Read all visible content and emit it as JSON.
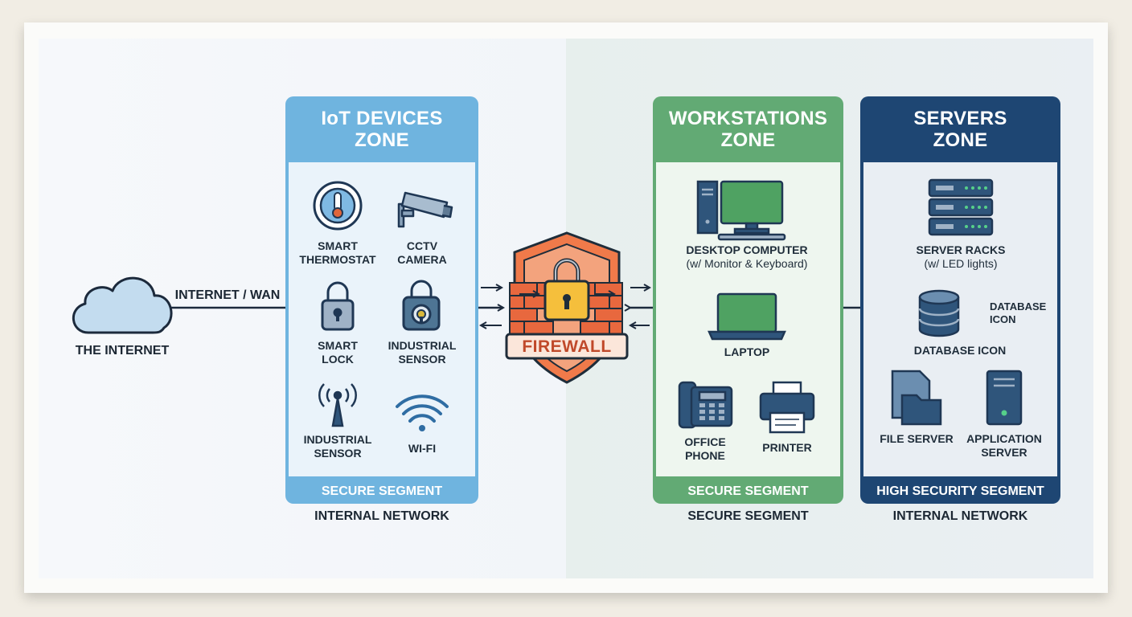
{
  "internet": {
    "label": "THE INTERNET",
    "link_label": "INTERNET / WAN"
  },
  "firewall": {
    "label": "FIREWALL"
  },
  "zones": {
    "iot": {
      "title": [
        "IoT DEVICES",
        "ZONE"
      ],
      "footer": "SECURE SEGMENT",
      "caption": "INTERNAL NETWORK",
      "color": "#6fb4df",
      "devices": [
        {
          "icon": "thermostat-icon",
          "lines": [
            "SMART",
            "THERMOSTAT"
          ]
        },
        {
          "icon": "cctv-camera-icon",
          "lines": [
            "CCTV",
            "CAMERA"
          ]
        },
        {
          "icon": "smart-lock-icon",
          "lines": [
            "SMART",
            "LOCK"
          ]
        },
        {
          "icon": "industrial-sensor-icon",
          "lines": [
            "INDUSTRIAL",
            "SENSOR"
          ]
        },
        {
          "icon": "antenna-icon",
          "lines": [
            "INDUSTRIAL",
            "SENSOR"
          ]
        },
        {
          "icon": "wifi-icon",
          "lines": [
            "WI-FI"
          ]
        }
      ]
    },
    "workstations": {
      "title": [
        "WORKSTATIONS",
        "ZONE"
      ],
      "footer": "SECURE SEGMENT",
      "caption": "SECURE SEGMENT",
      "color": "#62aa74",
      "devices": [
        {
          "icon": "desktop-computer-icon",
          "lines": [
            "DESKTOP COMPUTER",
            "(w/ Monitor & Keyboard)"
          ]
        },
        {
          "icon": "laptop-icon",
          "lines": [
            "LAPTOP"
          ]
        },
        {
          "icon": "office-phone-icon",
          "lines": [
            "OFFICE",
            "PHONE"
          ]
        },
        {
          "icon": "printer-icon",
          "lines": [
            "PRINTER"
          ]
        }
      ]
    },
    "servers": {
      "title": [
        "SERVERS",
        "ZONE"
      ],
      "footer": "HIGH SECURITY SEGMENT",
      "caption": "INTERNAL NETWORK",
      "color": "#1e4673",
      "devices": [
        {
          "icon": "server-rack-icon",
          "lines": [
            "SERVER RACKS",
            "(w/ LED lights)"
          ]
        },
        {
          "icon": "database-icon",
          "lines": [
            "DATABASE ICON"
          ],
          "side_lines": [
            "DATABASE",
            "ICON"
          ]
        },
        {
          "icon": "file-server-icon",
          "lines": [
            "FILE SERVER"
          ]
        },
        {
          "icon": "application-server-icon",
          "lines": [
            "APPLICATION",
            "SERVER"
          ]
        }
      ]
    }
  }
}
